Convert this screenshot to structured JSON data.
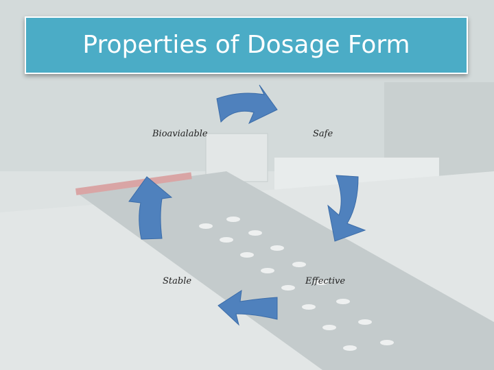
{
  "title": "Properties of Dosage Form",
  "cycle": {
    "nodes": [
      "Bioavialable",
      "Safe",
      "Effective",
      "Stable"
    ],
    "arrow_color": "#4f81bd",
    "arrow_outline": "#3b6ca8"
  },
  "colors": {
    "title_fill": "#4bacc6",
    "title_text": "#ffffff",
    "label_text": "#222222"
  }
}
